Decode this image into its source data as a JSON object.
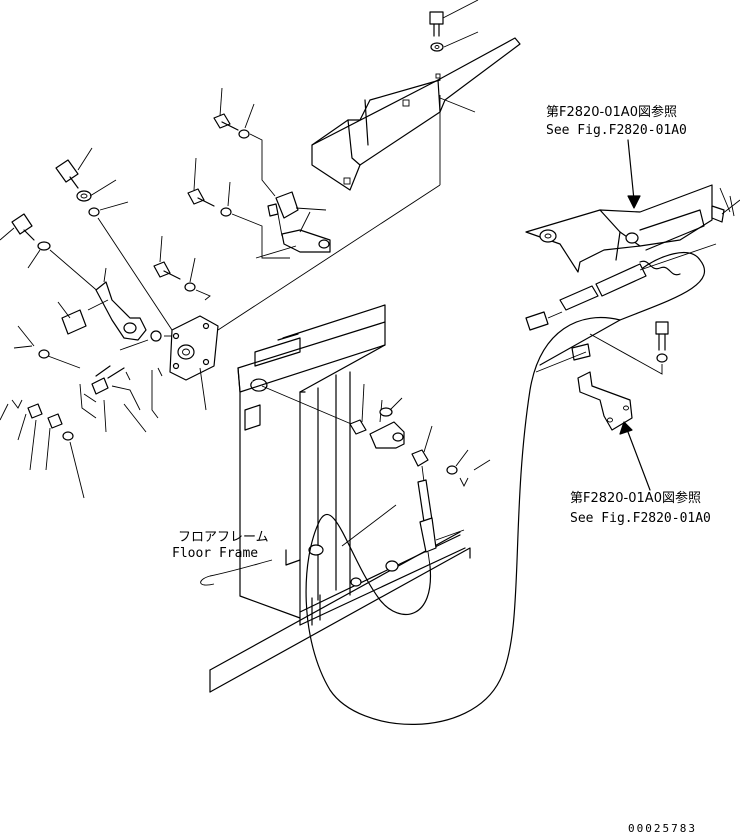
{
  "references": {
    "top_right_jp": "第F2820-01A0図参照",
    "top_right_en": "See Fig.F2820-01A0",
    "bottom_right_jp": "第F2820-01A0図参照",
    "bottom_right_en": "See Fig.F2820-01A0"
  },
  "labels": {
    "floor_frame_jp": "フロアフレーム",
    "floor_frame_en": "Floor Frame"
  },
  "catalog_number": "00025783"
}
